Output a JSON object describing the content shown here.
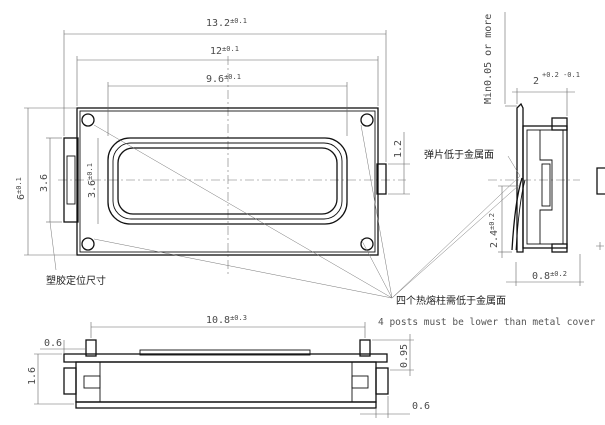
{
  "dims": {
    "len_total": "13.2",
    "len_total_tol": "±0.1",
    "len_mid": "12",
    "len_mid_tol": "±0.1",
    "len_inner": "9.6",
    "len_inner_tol": "±0.1",
    "width_total": "6",
    "width_total_tol": "±0.1",
    "width_locate": "3.6",
    "width_inner": "3.6",
    "width_inner_tol": "±0.1",
    "tab_12": "1.2",
    "side_thk": "2",
    "side_thk_tol": "+0.2 -0.1",
    "side_min": "Min0.05 or more",
    "side_h": "2.4",
    "side_h_tol": "±0.2",
    "side_spring": "0.8",
    "side_spring_tol": "±0.2",
    "bottom_len": "10.8",
    "bottom_len_tol": "±0.3",
    "bottom_06a": "0.6",
    "bottom_16": "1.6",
    "bottom_095": "0.95",
    "bottom_06b": "0.6"
  },
  "notes": {
    "spring_note": "弹片低于金属面",
    "locate_note": "塑胶定位尺寸",
    "posts_note_cn": "四个热熔柱需低于金属面",
    "posts_note_en": "4 posts must be lower than metal cover"
  }
}
